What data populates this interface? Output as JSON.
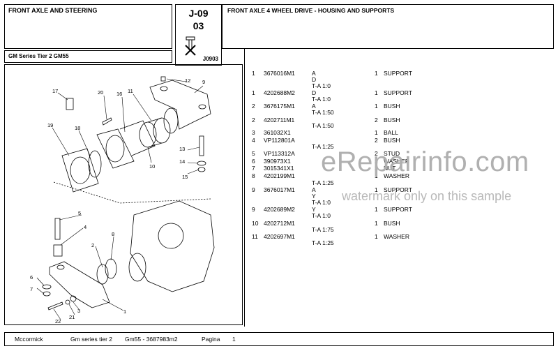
{
  "header": {
    "section_title": "FRONT AXLE AND STEERING",
    "model_line": "GM Series Tier 2 GM55",
    "code_primary": "J-09",
    "code_secondary": "03",
    "code_ref": "J0903",
    "group_title": "FRONT AXLE 4 WHEEL DRIVE - HOUSING AND SUPPORTS"
  },
  "parts": [
    {
      "idx": "1",
      "part": "3676016M1",
      "codes": [
        "A",
        "D",
        "T-A 1:0"
      ],
      "qty": "1",
      "desc": "SUPPORT"
    },
    {
      "idx": "1",
      "part": "4202688M2",
      "codes": [
        "D",
        "T-A 1:0"
      ],
      "qty": "1",
      "desc": "SUPPORT"
    },
    {
      "idx": "2",
      "part": "3676175M1",
      "codes": [
        "A",
        "T-A 1:50"
      ],
      "qty": "1",
      "desc": "BUSH"
    },
    {
      "idx": "2",
      "part": "4202711M1",
      "codes": [
        "T-A 1:50"
      ],
      "qty": "2",
      "desc": "BUSH"
    },
    {
      "idx": "3",
      "part": "361032X1",
      "codes": [],
      "qty": "1",
      "desc": "BALL"
    },
    {
      "idx": "4",
      "part": "VP112801A",
      "codes": [
        "T-A 1:25"
      ],
      "qty": "2",
      "desc": "BUSH"
    },
    {
      "idx": "5",
      "part": "VP113312A",
      "codes": [],
      "qty": "2",
      "desc": "STUD"
    },
    {
      "idx": "6",
      "part": "390973X1",
      "codes": [],
      "qty": "2",
      "desc": "WASHER"
    },
    {
      "idx": "7",
      "part": "3015341X1",
      "codes": [],
      "qty": "2",
      "desc": "NUT"
    },
    {
      "idx": "8",
      "part": "4202199M1",
      "codes": [
        "T-A 1:25"
      ],
      "qty": "1",
      "desc": "WASHER"
    },
    {
      "idx": "9",
      "part": "3676017M1",
      "codes": [
        "A",
        "Y",
        "T-A 1:0"
      ],
      "qty": "1",
      "desc": "SUPPORT"
    },
    {
      "idx": "9",
      "part": "4202689M2",
      "codes": [
        "Y",
        "T-A 1:0"
      ],
      "qty": "1",
      "desc": "SUPPORT"
    },
    {
      "idx": "10",
      "part": "4202712M1",
      "codes": [
        "T-A 1:75"
      ],
      "qty": "1",
      "desc": "BUSH"
    },
    {
      "idx": "11",
      "part": "4202697M1",
      "codes": [
        "T-A 1:25"
      ],
      "qty": "1",
      "desc": "WASHER"
    }
  ],
  "diagram_labels": [
    "1",
    "2",
    "3",
    "4",
    "5",
    "6",
    "7",
    "8",
    "9",
    "10",
    "11",
    "12",
    "13",
    "14",
    "15",
    "16",
    "17",
    "18",
    "19",
    "20",
    "21",
    "22"
  ],
  "footer": {
    "brand": "Mccormick",
    "series": "Gm series tier 2",
    "model_ref": "Gm55 - 3687983m2",
    "page_label": "Pagina",
    "page_number": "1"
  },
  "watermark": {
    "logo_text": "eRepairinfo.com",
    "note": "watermark only on this sample"
  }
}
